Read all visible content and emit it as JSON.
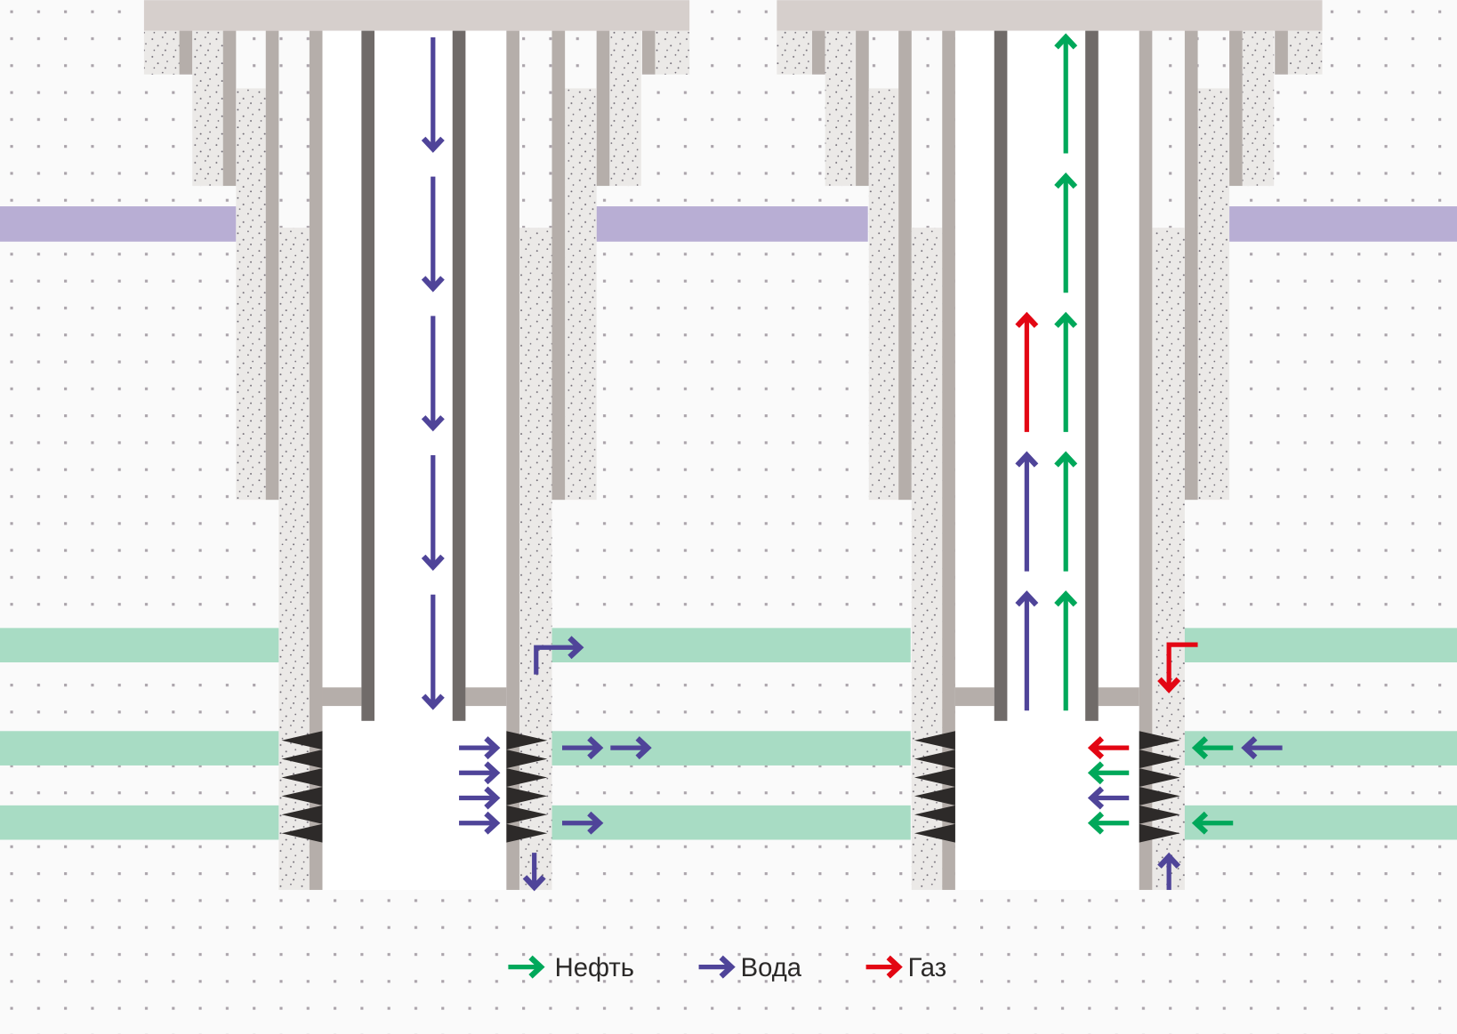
{
  "legend": {
    "items": [
      {
        "label": "Нефть",
        "color": "#00a85a"
      },
      {
        "label": "Вода",
        "color": "#4f4499"
      },
      {
        "label": "Газ",
        "color": "#e30613"
      }
    ]
  },
  "colors": {
    "oil": "#00a85a",
    "water": "#4f4499",
    "gas": "#e30613",
    "purple_layer": "#b8aed4",
    "reservoir_layer": "#a8dcc4",
    "casing": "#b5aeaa",
    "tubing": "#706b69",
    "cement": "#ebe9e7",
    "cap": "#d6cfcc",
    "perforation": "#2d2a29"
  }
}
